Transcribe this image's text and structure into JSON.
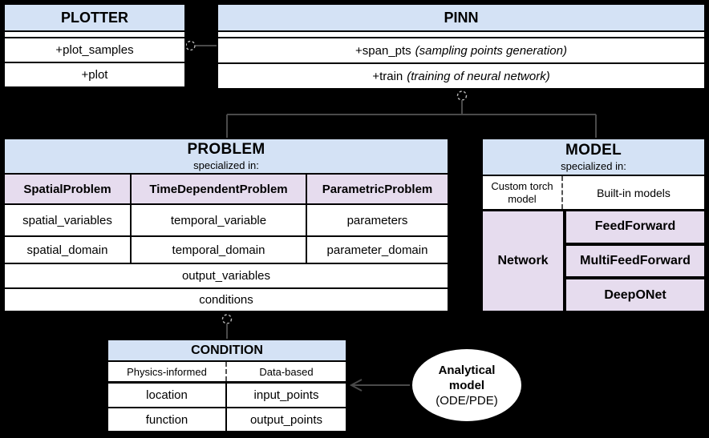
{
  "colors": {
    "background": "#000000",
    "blue": "#d4e2f5",
    "purple": "#e6dcee",
    "white": "#ffffff",
    "black": "#000000",
    "line": "#4a4a4a",
    "handle": "#bdbdbd"
  },
  "plotter": {
    "title": "PLOTTER",
    "methods": [
      "+plot_samples",
      "+plot"
    ]
  },
  "pinn": {
    "title": "PINN",
    "methods": [
      {
        "name": "+span_pts",
        "note": "(sampling points generation)"
      },
      {
        "name": "+train",
        "note": "(training of neural network)"
      }
    ]
  },
  "problem": {
    "title": "PROBLEM",
    "subtitle": "specialized in:",
    "columns": [
      {
        "header": "SpatialProblem",
        "rows": [
          "spatial_variables",
          "spatial_domain"
        ]
      },
      {
        "header": "TimeDependentProblem",
        "rows": [
          "temporal_variable",
          "temporal_domain"
        ]
      },
      {
        "header": "ParametricProblem",
        "rows": [
          "parameters",
          "parameter_domain"
        ]
      }
    ],
    "shared_rows": [
      "output_variables",
      "conditions"
    ]
  },
  "model": {
    "title": "MODEL",
    "subtitle": "specialized in:",
    "top_left": "Custom torch model",
    "top_right": "Built-in models",
    "left_cell": "Network",
    "right_cells": [
      "FeedForward",
      "MultiFeedForward",
      "DeepONet"
    ]
  },
  "condition": {
    "title": "CONDITION",
    "col_headers": [
      "Physics-informed",
      "Data-based"
    ],
    "left_rows": [
      "location",
      "function"
    ],
    "right_rows": [
      "input_points",
      "output_points"
    ]
  },
  "analytical": {
    "lines": [
      "Analytical",
      "model",
      "(ODE/PDE)"
    ]
  }
}
